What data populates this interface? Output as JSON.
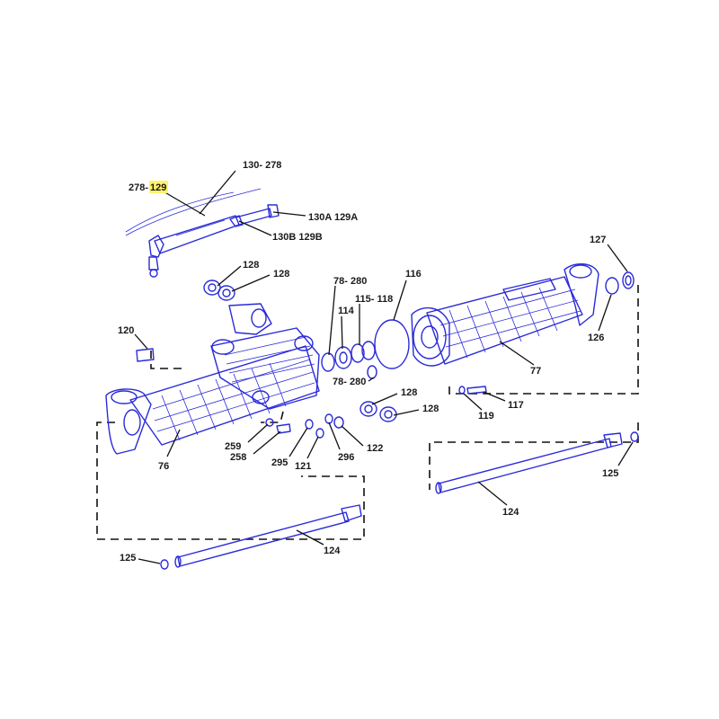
{
  "diagram": {
    "colors": {
      "part_stroke": "#2b2bd9",
      "leader": "#111111",
      "highlight": "#fff36b",
      "background": "#ffffff"
    },
    "callouts": {
      "c130_278": "130- 278",
      "c278": "278-",
      "c129_highlighted": "129",
      "c130a_129a": "130A 129A",
      "c130b_129b": "130B 129B",
      "c128_a": "128",
      "c128_b": "128",
      "c128_c": "128",
      "c128_d": "128",
      "c78_280_top": "78- 280",
      "c116": "116",
      "c114": "114",
      "c115_118": "115- 118",
      "c120": "120",
      "c78_280_bottom": "78- 280",
      "c127": "127",
      "c126": "126",
      "c77": "77",
      "c117": "117",
      "c119": "119",
      "c259": "259",
      "c258": "258",
      "c295": "295",
      "c121": "121",
      "c296": "296",
      "c122": "122",
      "c76": "76",
      "c125_right": "125",
      "c124_right": "124",
      "c125_left": "125",
      "c124_left": "124"
    }
  }
}
